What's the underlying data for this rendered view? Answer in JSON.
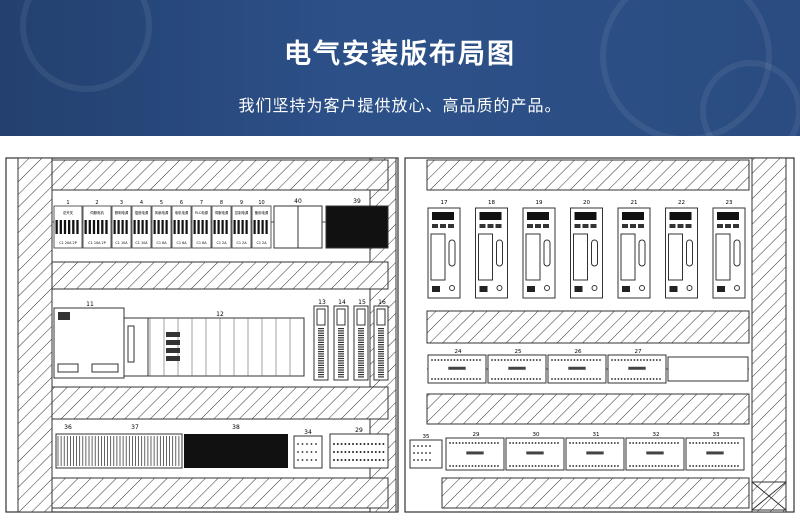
{
  "header": {
    "title": "电气安装版布局图",
    "subtitle": "我们坚持为客户提供放心、高品质的产品。"
  },
  "left_panel": {
    "breaker_numbers": [
      "1",
      "2",
      "3",
      "4",
      "5",
      "6",
      "7",
      "8",
      "9",
      "10"
    ],
    "breaker_labels": [
      "总开关",
      "伺服电机",
      "照明电源",
      "插座电源",
      "风扇电源",
      "电机电源",
      "PLC电源",
      "伺服电源",
      "控制电源",
      "备用电源"
    ],
    "breaker_ratings": [
      "C1 20A 2P",
      "C1 10A 2P",
      "C1 10A",
      "C1 10A",
      "C1 6A",
      "C1 6A",
      "C1 6A",
      "C1 2A",
      "C1 2A",
      "C1 2A"
    ],
    "rail1_extra_labels": [
      "40",
      "39"
    ],
    "row2_labels": [
      "11",
      "12",
      "13",
      "14",
      "15",
      "16"
    ],
    "row3_labels": [
      "36",
      "37",
      "38",
      "34",
      "29"
    ]
  },
  "right_panel": {
    "drive_labels": [
      "17",
      "18",
      "19",
      "20",
      "21",
      "22",
      "23"
    ],
    "module_row1_labels": [
      "24",
      "25",
      "26",
      "27"
    ],
    "module_row2_labels": [
      "35",
      "29",
      "30",
      "31",
      "32",
      "33"
    ]
  }
}
